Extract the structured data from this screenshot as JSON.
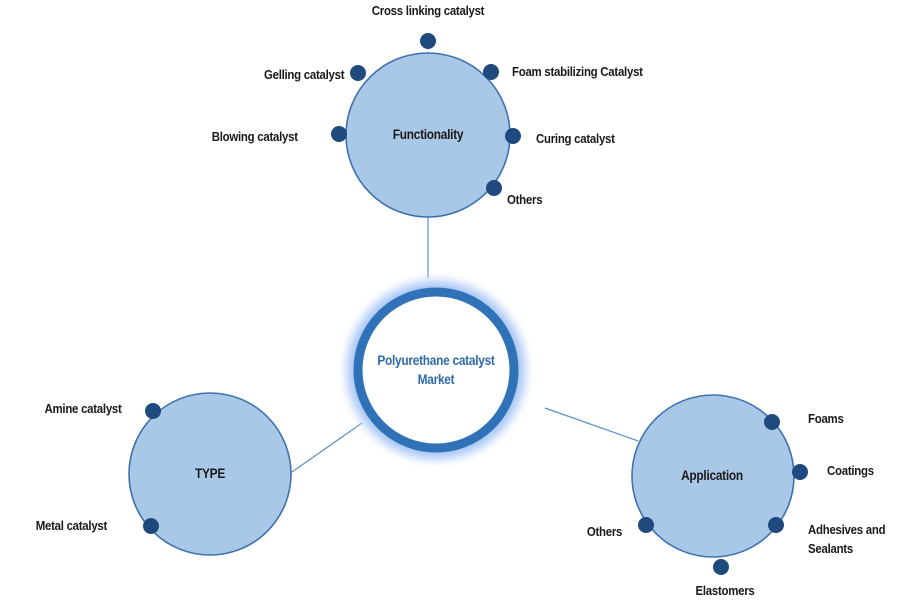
{
  "colors": {
    "hub_fill": "#a9c8e8",
    "hub_stroke": "#3d72ad",
    "node_fill": "#1e4a7e",
    "connector": "#5b8fc7",
    "center_ring": "#2f72b8",
    "center_glow": "#7aa9ef",
    "center_text": "#2e6aa8",
    "label_text": "#1a1a1a"
  },
  "center": {
    "title_line1": "Polyurethane catalyst",
    "title_line2": "Market"
  },
  "hubs": {
    "functionality": {
      "title": "Functionality",
      "items": [
        "Cross linking catalyst",
        "Foam stabilizing Catalyst",
        "Curing catalyst",
        "Others",
        "Gelling catalyst",
        "Blowing catalyst"
      ]
    },
    "type": {
      "title": "TYPE",
      "items": [
        "Amine catalyst",
        "Metal catalyst"
      ]
    },
    "application": {
      "title": "Application",
      "items": [
        "Foams",
        "Coatings",
        "Adhesives and",
        "Sealants",
        "Elastomers",
        "Others"
      ]
    }
  }
}
